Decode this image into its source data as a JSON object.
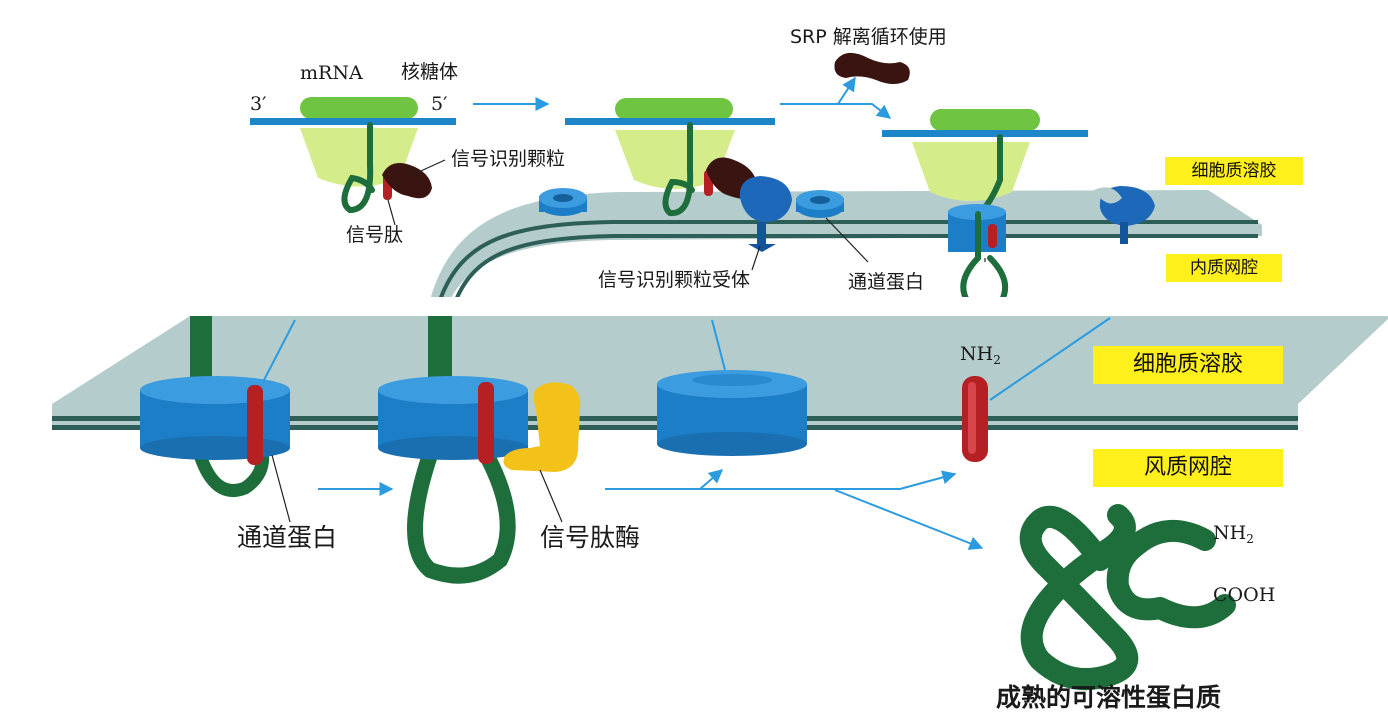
{
  "top_panel": {
    "mrna_label": "mRNA",
    "ribosome_label": "核糖体",
    "end_3": "3′",
    "end_5": "5′",
    "srp_label": "信号识别颗粒",
    "signal_peptide_label": "信号肽",
    "srp_release_label": "SRP 解离循环使用",
    "srp_receptor_label": "信号识别颗粒受体",
    "channel_label": "通道蛋白",
    "cytosol_tag": "细胞质溶胶",
    "er_lumen_tag": "内质网腔"
  },
  "bottom_panel": {
    "channel_label": "通道蛋白",
    "signal_peptidase_label": "信号肽酶",
    "cytosol_tag": "细胞质溶胶",
    "er_lumen_tag": "风质网腔",
    "nh2_membrane": {
      "base": "NH",
      "sub": "2"
    },
    "nh2_protein": {
      "base": "NH",
      "sub": "2"
    },
    "cooh_label": "COOH",
    "mature_protein_label": "成熟的可溶性蛋白质"
  },
  "colors": {
    "ribosome_large": "#6fc442",
    "ribosome_small": "#d4ec8a",
    "mrna": "#1c86c8",
    "peptide_chain": "#1e6e3c",
    "signal_peptide": "#b42024",
    "srp": "#3a1410",
    "channel_protein": "#1d7ec8",
    "signal_peptidase": "#f2c21a",
    "membrane_fill": "#b5cccc",
    "membrane_edge": "#2d5f58",
    "arrow": "#2b9be0",
    "tag_background": "#ffef1a"
  }
}
